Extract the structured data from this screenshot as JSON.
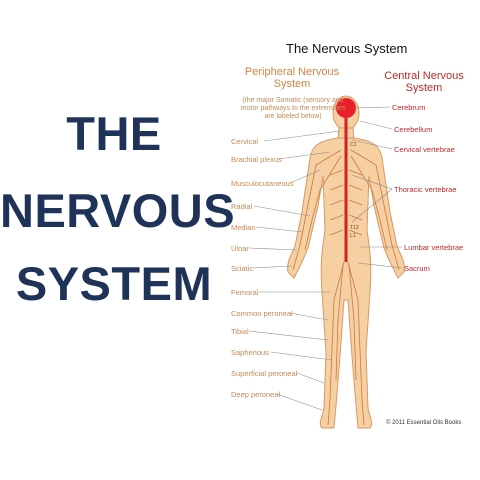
{
  "heading": {
    "line1": "THE",
    "line2": "NERVOUS",
    "line3": "SYSTEM"
  },
  "diagram": {
    "title": "The Nervous System",
    "peripheral": {
      "title_line1": "Peripheral Nervous",
      "title_line2": "System",
      "note_line1": "(the major Somatic (sensory and",
      "note_line2": "motor pathways to the extremities",
      "note_line3": "are labeled below)"
    },
    "central": {
      "title_line1": "Central Nervous",
      "title_line2": "System"
    },
    "left_labels": [
      "Cervical",
      "Brachial plexus",
      "Musculocutaneous",
      "Radial",
      "Median",
      "Ulnar",
      "Sciatic",
      "Femoral",
      "Common peroneal",
      "Tibial",
      "Saphenous",
      "Superficial peroneal",
      "Deep peroneal"
    ],
    "right_labels": [
      "Cerebrum",
      "Cerebellum",
      "Cervical vertebrae",
      "Thoracic vertebrae",
      "Lumbar vertebrae",
      "Sacrum"
    ],
    "spine_labels": {
      "c": "C1",
      "t": "T12",
      "l": "L1"
    },
    "copyright": "© 2011 Essential Oils Books",
    "colors": {
      "skin": "#f6cfa3",
      "outline": "#d79a64",
      "nerve": "#c97a3a",
      "cns": "#d42222",
      "brain": "#e8202a"
    }
  }
}
